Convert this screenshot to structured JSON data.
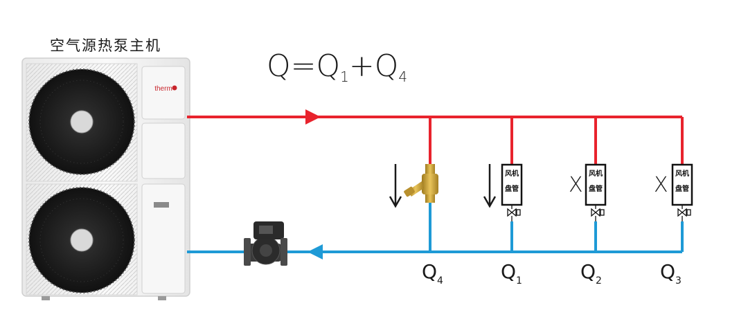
{
  "colors": {
    "supply": "#e8232d",
    "return": "#1e9ad6",
    "unit_body": "#f4f4f4",
    "valve_brass": "#c9a23a",
    "pump": "#2d2d2d"
  },
  "unit": {
    "title": "空气源热泵主机",
    "brand": "therm"
  },
  "formula": {
    "lhs": "Q",
    "eq": "=",
    "t1": "Q",
    "t1_sub": "1",
    "plus": "+",
    "t2": "Q",
    "t2_sub": "4"
  },
  "branches": [
    {
      "label": "Q",
      "sub": "4",
      "device": "bypass-valve",
      "arrow": "down"
    },
    {
      "label": "Q",
      "sub": "1",
      "device": "fan-coil",
      "arrow": "down",
      "coil_line1": "风机",
      "coil_line2": "盘管"
    },
    {
      "label": "Q",
      "sub": "2",
      "device": "fan-coil",
      "mark": "X",
      "coil_line1": "风机",
      "coil_line2": "盘管"
    },
    {
      "label": "Q",
      "sub": "3",
      "device": "fan-coil",
      "mark": "X",
      "coil_line1": "风机",
      "coil_line2": "盘管"
    }
  ],
  "icons": [
    "supply-flow-arrow-icon",
    "return-flow-arrow-icon",
    "circulation-pump-icon",
    "fan-icon"
  ]
}
